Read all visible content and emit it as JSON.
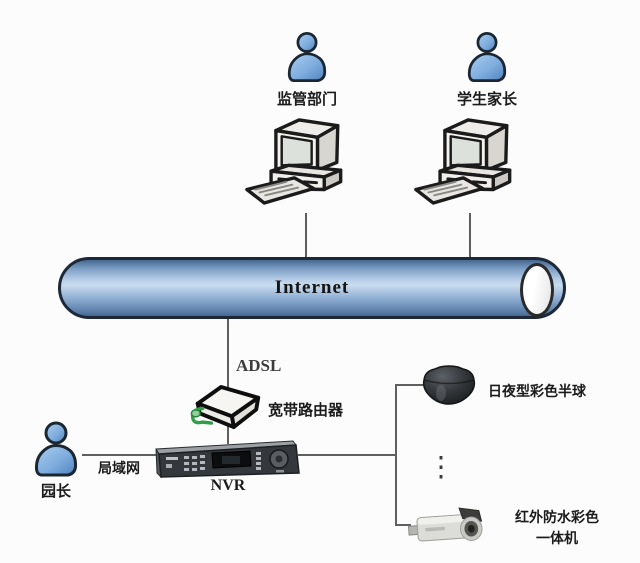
{
  "diagram": {
    "nodes": {
      "supervisor": {
        "label": "监管部门",
        "icon": "person-icon"
      },
      "parents": {
        "label": "学生家长",
        "icon": "person-icon"
      },
      "internet": {
        "label": "Internet",
        "icon": "internet-pipe"
      },
      "adsl": {
        "label": "ADSL"
      },
      "router": {
        "label": "宽带路由器",
        "icon": "router-icon"
      },
      "principal": {
        "label": "园长",
        "icon": "person-icon"
      },
      "lan": {
        "label": "局域网"
      },
      "nvr": {
        "label": "NVR",
        "icon": "nvr-icon"
      },
      "dome_camera": {
        "label": "日夜型彩色半球",
        "icon": "dome-camera-icon"
      },
      "more_cameras": {
        "label": "⋮"
      },
      "bullet_camera": {
        "label_line1": "红外防水彩色",
        "label_line2": "一体机",
        "icon": "bullet-camera-icon"
      }
    },
    "colors": {
      "pipe_top": "#46688e",
      "pipe_highlight": "#cadcee",
      "pipe_bottom": "#5b7fa9",
      "pipe_border": "#1d2838",
      "person_fill_light": "#aacdf0",
      "person_fill_dark": "#5a8ec9",
      "router_cable_green": "#2f9e44",
      "connector_line": "#5f5f5f",
      "label_text": "#1b1b1b"
    }
  }
}
